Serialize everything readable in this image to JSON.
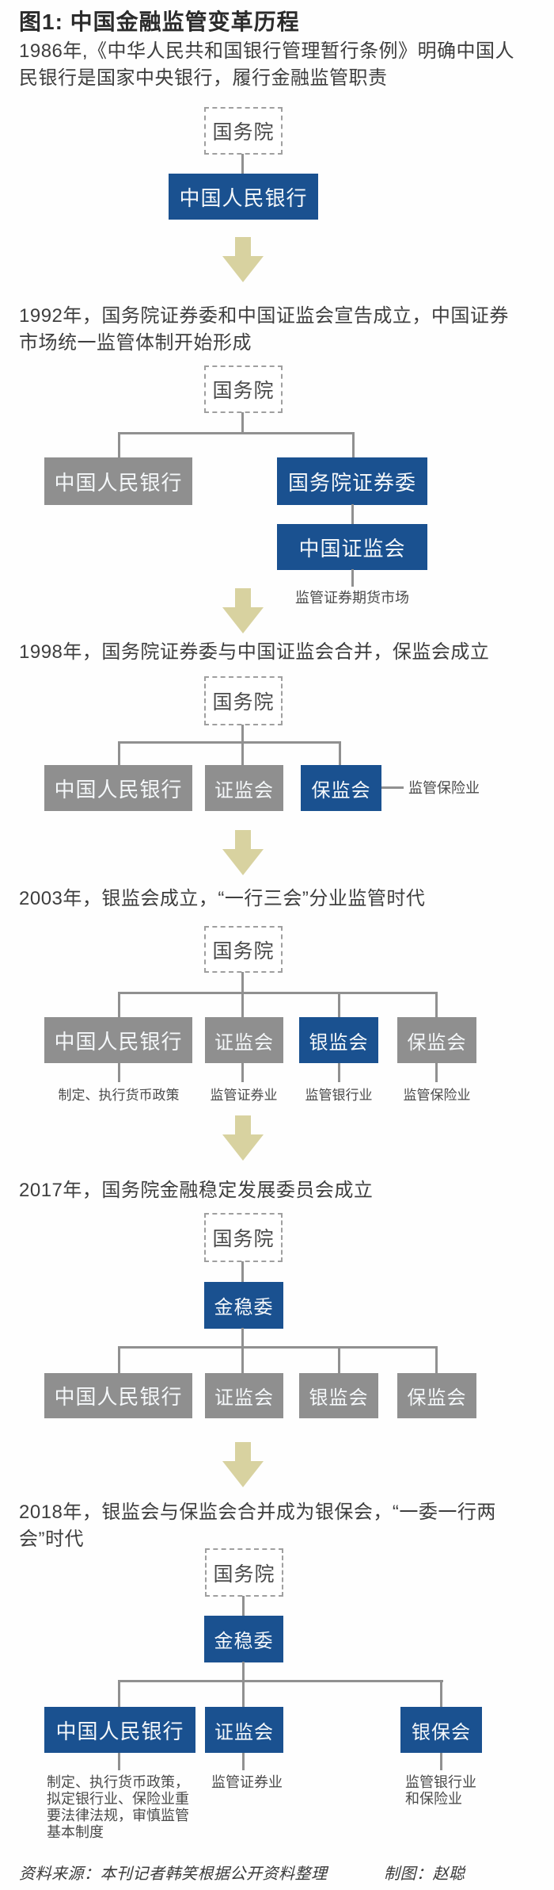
{
  "title": "图1: 中国金融监管变革历程",
  "colors": {
    "blue": "#1a5190",
    "gray": "#8f8f8f",
    "arrow": "#d8d2a0",
    "line": "#909090"
  },
  "labels": {
    "state_council": "国务院",
    "pboc": "中国人民银行",
    "securities_committee": "国务院证券委",
    "csrc_full": "中国证监会",
    "csrc": "证监会",
    "cbrc": "银监会",
    "circ": "保监会",
    "fsdc": "金稳委",
    "cbirc": "银保会"
  },
  "stages": [
    {
      "year": "1986",
      "text": [
        "1986年,《中华人民共和国银行管理暂行条例》明确中国人",
        "民银行是国家中央银行，履行金融监管职责"
      ]
    },
    {
      "year": "1992",
      "text": [
        "1992年，国务院证券委和中国证监会宣告成立，中国证券",
        "市场统一监管体制开始形成"
      ],
      "caption": "监管证券期货市场"
    },
    {
      "year": "1998",
      "text": [
        "1998年，国务院证券委与中国证监会合并，保监会成立"
      ],
      "side_label": "监管保险业"
    },
    {
      "year": "2003",
      "text": [
        "2003年，银监会成立，“一行三会”分业监管时代"
      ],
      "captions": [
        "制定、执行货币政策",
        "监管证券业",
        "监管银行业",
        "监管保险业"
      ]
    },
    {
      "year": "2017",
      "text": [
        "2017年，国务院金融稳定发展委员会成立"
      ]
    },
    {
      "year": "2018",
      "text": [
        "2018年，银监会与保监会合并成为银保会，“一委一行两",
        "会”时代"
      ],
      "captions_pboc": [
        "制定、执行货币政策，",
        "拟定银行业、保险业重",
        "要法律法规，审慎监管",
        "基本制度"
      ],
      "caption_csrc": "监管证券业",
      "captions_cbirc": [
        "监管银行业",
        "和保险业"
      ]
    }
  ],
  "footer": {
    "source": "资料来源：本刊记者韩笑根据公开资料整理",
    "credit": "制图：赵聪"
  }
}
